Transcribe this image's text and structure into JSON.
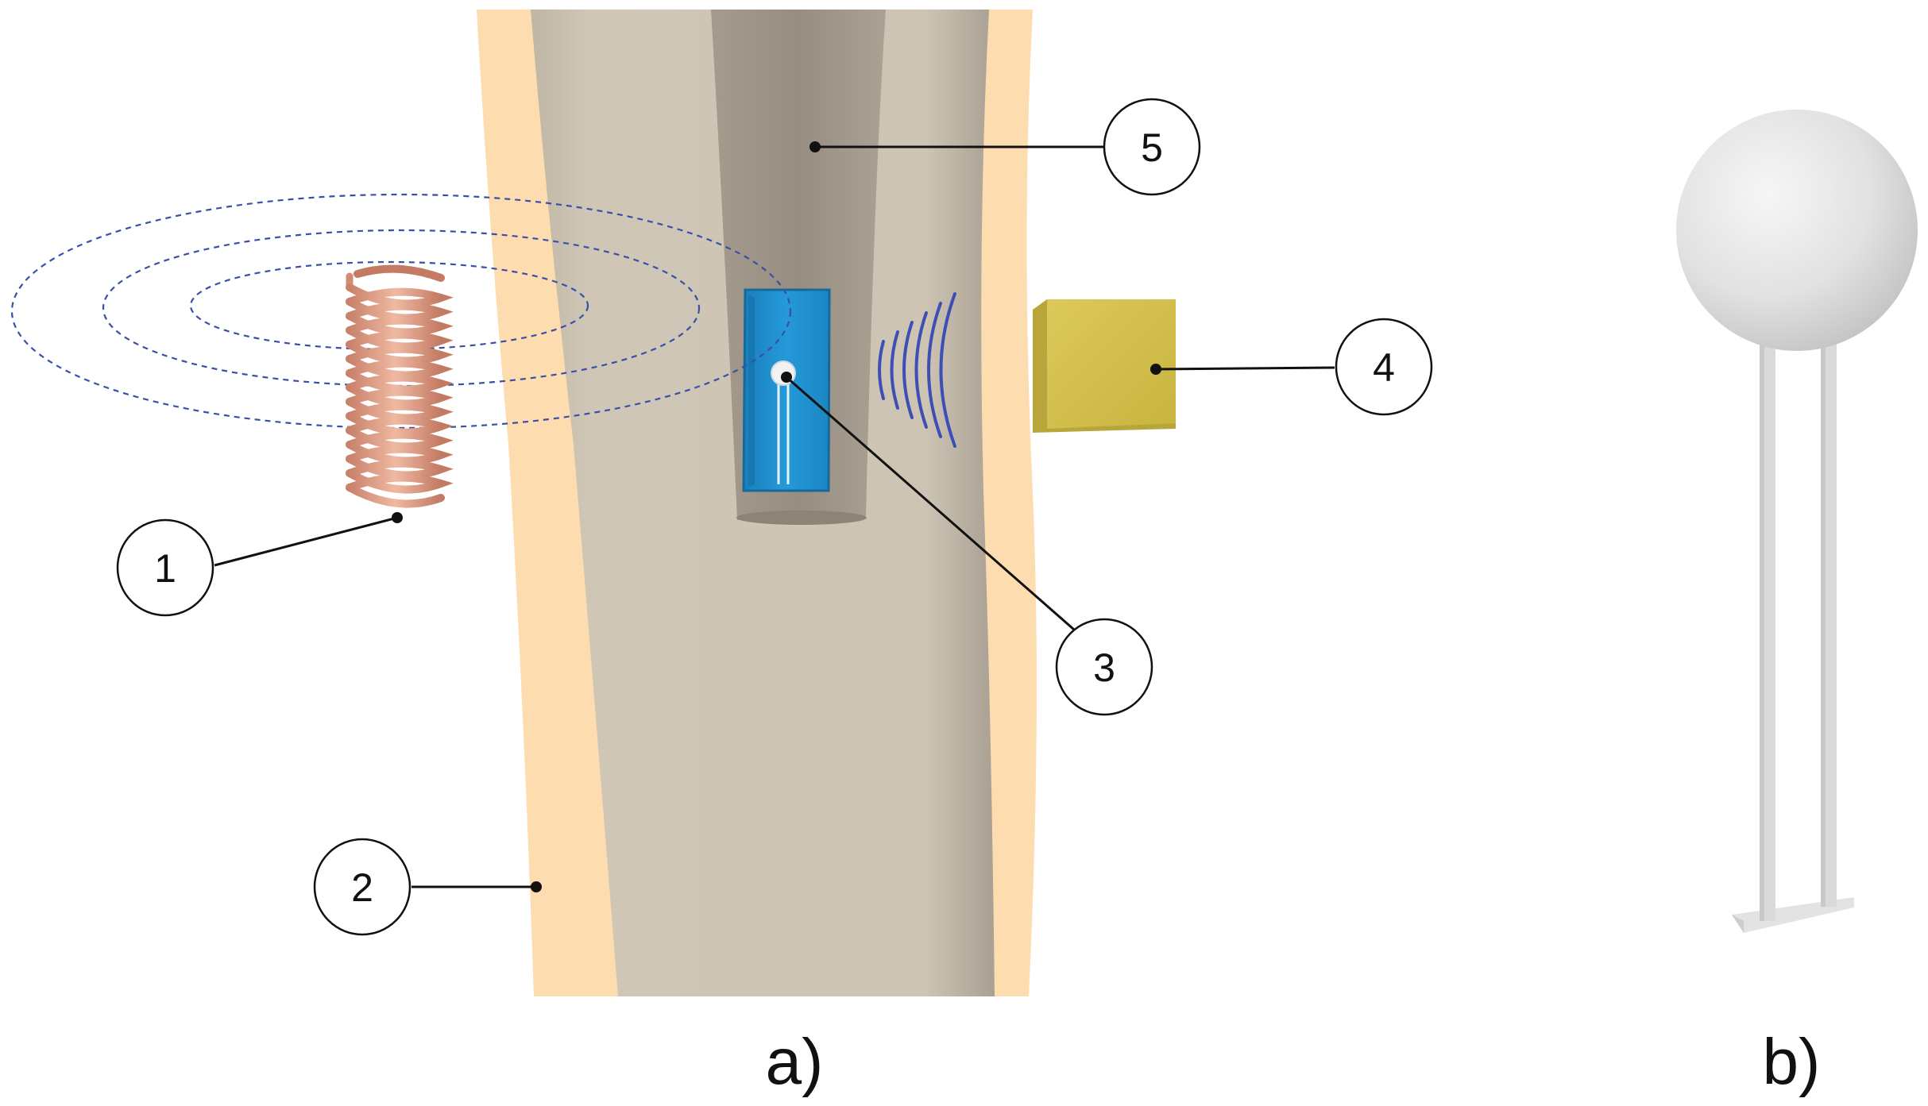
{
  "callouts": {
    "c1": "1",
    "c2": "2",
    "c3": "3",
    "c4": "4",
    "c5": "5"
  },
  "panels": {
    "a": "a)",
    "b": "b)"
  },
  "colors": {
    "soft_tissue": "#fddcb0",
    "bone": "#cdc4b4",
    "medullary_canal": "#9b9184",
    "implant_housing": "#1f8fcf",
    "coil_copper": "#d99a84",
    "receiver_block": "#d6c24e",
    "field_lines": "#3a4fa8",
    "signal_waves": "#3d4fb5",
    "sensor_sphere": "#e4e4e4"
  },
  "icons": {
    "coil": "induction-coil-icon",
    "sensor": "spherical-sensor-icon",
    "waves": "wireless-signal-icon"
  }
}
